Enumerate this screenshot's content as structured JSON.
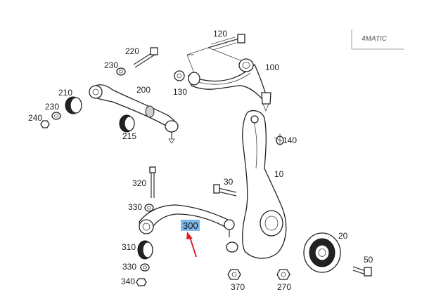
{
  "badge": {
    "text": "4MATIC"
  },
  "highlight": {
    "label": "300",
    "color": "#7fb8e8",
    "arrow_color": "#e02020"
  },
  "labels": {
    "l120": "120",
    "l220": "220",
    "l230a": "230",
    "l100": "100",
    "l130": "130",
    "l210": "210",
    "l200": "200",
    "l230b": "230",
    "l240": "240",
    "l215": "215",
    "l140": "140",
    "l10": "10",
    "l320": "320",
    "l30": "30",
    "l330a": "330",
    "l310": "310",
    "l20": "20",
    "l330b": "330",
    "l50": "50",
    "l340": "340",
    "l370": "370",
    "l270": "270"
  }
}
